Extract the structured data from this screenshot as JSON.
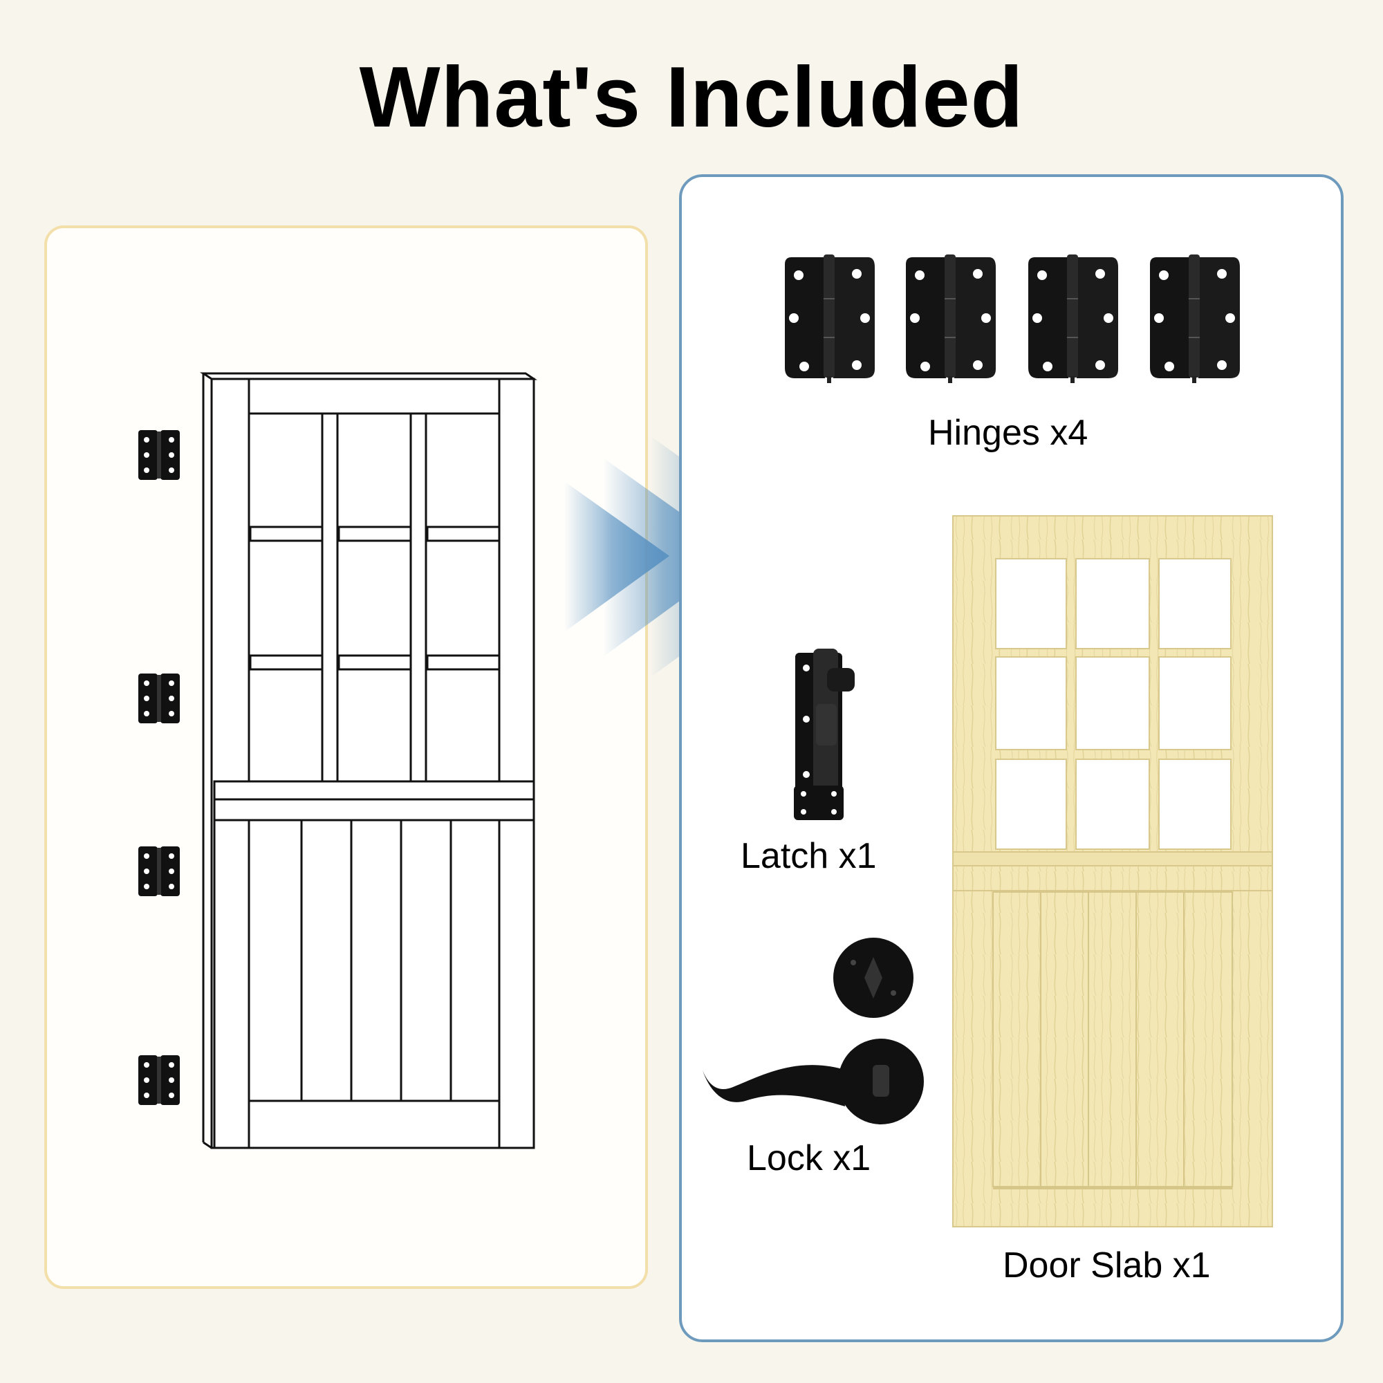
{
  "title": "What's Included",
  "items": [
    {
      "label": "Hinges x4",
      "icon": "hinge-icon"
    },
    {
      "label": "Latch x1",
      "icon": "latch-icon"
    },
    {
      "label": "Lock x1",
      "icon": "lock-icon"
    },
    {
      "label": "Door Slab x1",
      "icon": "door-slab-icon"
    }
  ],
  "colors": {
    "background": "#f8f5ec",
    "left_border": "#f3dfaa",
    "right_border": "#6e9bbd",
    "arrow": "#5b93c2",
    "wood": "#f3e7b5",
    "hardware": "#111111"
  }
}
